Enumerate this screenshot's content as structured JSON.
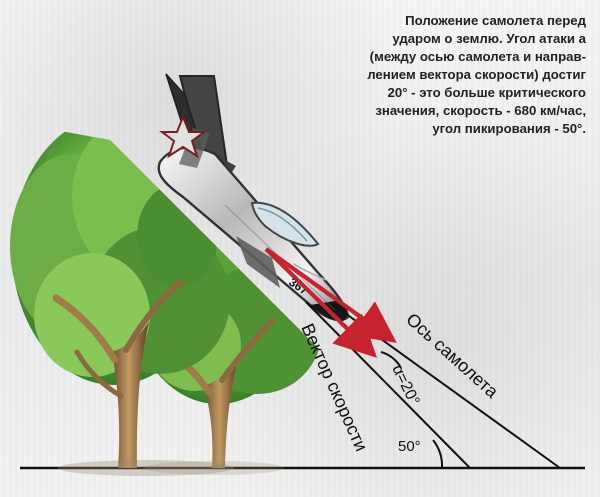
{
  "caption": "Положение самолета перед\nударом о землю. Угол атаки a\n(между осью самолета и направ-\nлением вектора скорости) достиг\n20° - это больше критического\nзначения, скорость - 680 км/час,\nугол пикирования - 50°.",
  "labels": {
    "velocity_vector": "Вектор скорости",
    "aircraft_axis": "Ось самолета",
    "attack_angle": "α=20°",
    "dive_angle": "50°",
    "tail_number": "367"
  },
  "colors": {
    "arrow": "#c7232e",
    "tree_green": "#5ea33d",
    "ground_line": "#111111"
  }
}
